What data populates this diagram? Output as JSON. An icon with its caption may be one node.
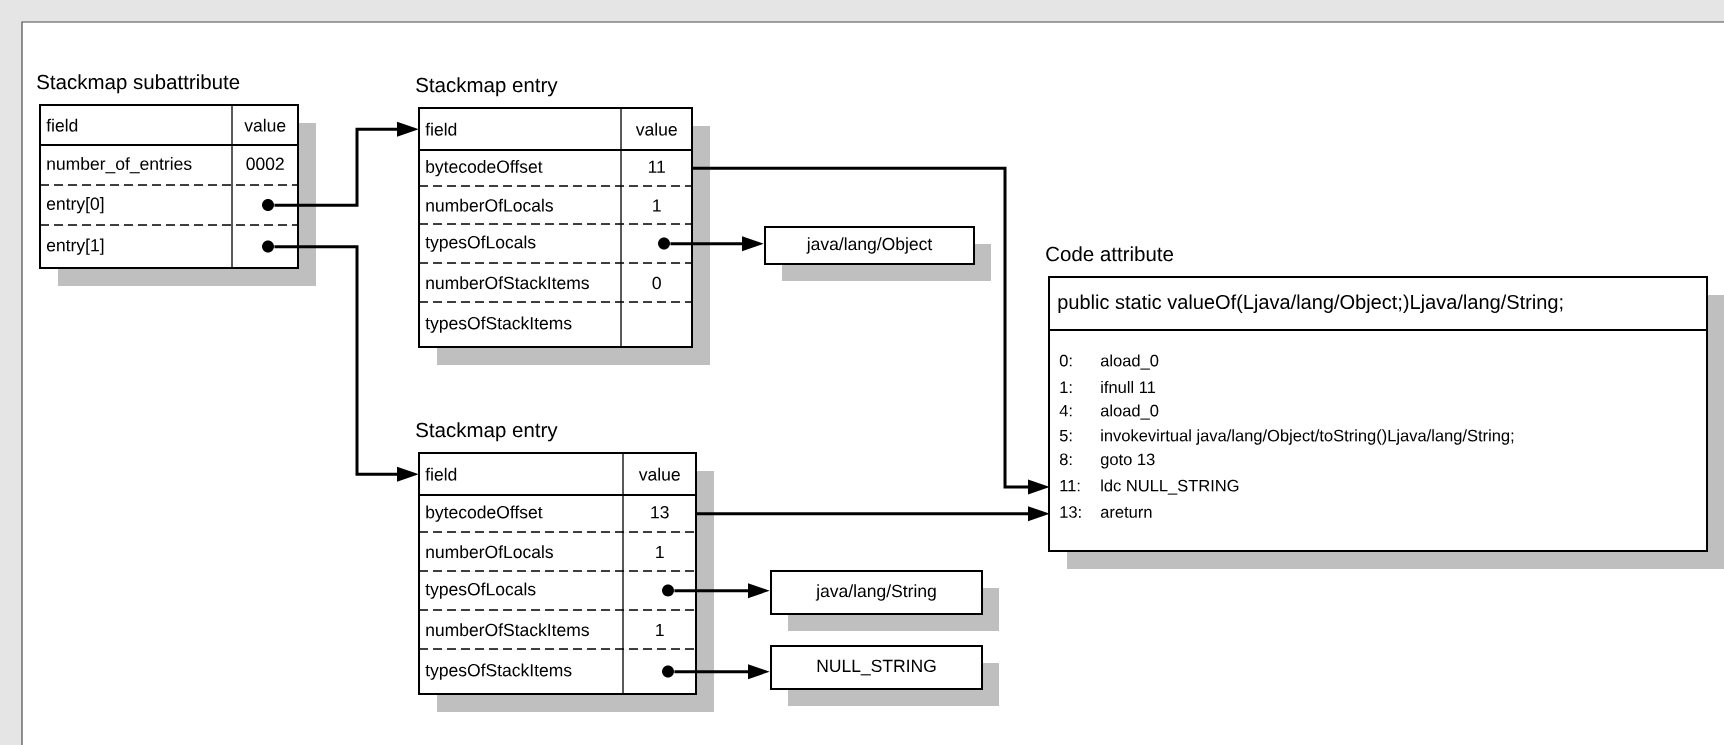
{
  "diagram": {
    "nodes": [
      {
        "text": [
          "Stackmap subattribute"
        ]
      },
      {
        "text": [
          "field",
          "value"
        ],
        "in": 0
      },
      {
        "text": [
          "number_of_entries",
          "0002"
        ],
        "in": 0
      },
      {
        "text": [
          "entry[0]"
        ],
        "in": 0
      },
      {
        "text": [
          "entry[1]"
        ],
        "in": 0
      },
      {
        "text": [
          "Stackmap entry"
        ]
      },
      {
        "text": [
          "field",
          "value"
        ],
        "in": 5
      },
      {
        "text": [
          "bytecodeOffset",
          "11"
        ],
        "in": 5
      },
      {
        "text": [
          "numberOfLocals",
          "1"
        ],
        "in": 5
      },
      {
        "text": [
          "typesOfLocals"
        ],
        "in": 5
      },
      {
        "text": [
          "numberOfStackItems",
          "0"
        ],
        "in": 5
      },
      {
        "text": [
          "typesOfStackItems"
        ],
        "in": 5
      },
      {
        "text": [
          "Stackmap entry"
        ]
      },
      {
        "text": [
          "field",
          "value"
        ],
        "in": 12
      },
      {
        "text": [
          "bytecodeOffset",
          "13"
        ],
        "in": 12
      },
      {
        "text": [
          "numberOfLocals",
          "1"
        ],
        "in": 12
      },
      {
        "text": [
          "typesOfLocals"
        ],
        "in": 12
      },
      {
        "text": [
          "numberOfStackItems",
          "1"
        ],
        "in": 12
      },
      {
        "text": [
          "typesOfStackItems"
        ],
        "in": 12
      },
      {
        "text": [
          "java/lang/Object"
        ]
      },
      {
        "text": [
          "java/lang/String"
        ]
      },
      {
        "text": [
          "NULL_STRING"
        ]
      },
      {
        "text": [
          "Code attribute"
        ]
      },
      {
        "text": [
          "public static valueOf(Ljava/lang/Object;)Ljava/lang/String;"
        ],
        "in": 22
      },
      {
        "text": [
          "0:",
          "aload_0"
        ],
        "in": 22
      },
      {
        "text": [
          "1:",
          "ifnull  11"
        ],
        "in": 22
      },
      {
        "text": [
          "4:",
          "aload_0"
        ],
        "in": 22
      },
      {
        "text": [
          "5:",
          "invokevirtual java/lang/Object/toString()Ljava/lang/String;"
        ],
        "in": 22
      },
      {
        "text": [
          "8:",
          "goto    13"
        ],
        "in": 22
      },
      {
        "text": [
          "11:",
          "ldc NULL_STRING"
        ],
        "in": 22
      },
      {
        "text": [
          "13:",
          "areturn"
        ],
        "in": 22
      }
    ],
    "edges": [
      {
        "from": 3,
        "to": 6,
        "arrow": "to"
      },
      {
        "from": 4,
        "to": 13,
        "arrow": "to"
      },
      {
        "from": 7,
        "to": 29,
        "arrow": "to"
      },
      {
        "from": 9,
        "to": 19,
        "arrow": "to"
      },
      {
        "from": 14,
        "to": 30,
        "arrow": "to"
      },
      {
        "from": 16,
        "to": 20,
        "arrow": "to"
      },
      {
        "from": 18,
        "to": 21,
        "arrow": "to"
      }
    ]
  }
}
